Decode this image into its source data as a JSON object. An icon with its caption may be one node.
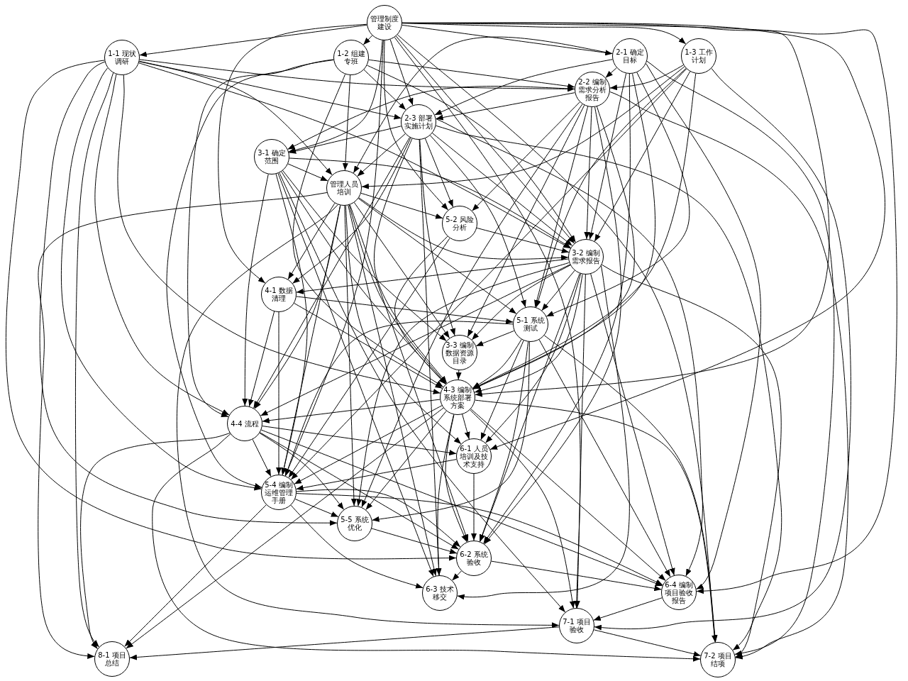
{
  "diagram": {
    "nodes": [
      {
        "text": [
          "管理制度建设"
        ]
      },
      {
        "text": [
          "1-1 现状调研"
        ]
      },
      {
        "text": [
          "1-2 组建专班"
        ]
      },
      {
        "text": [
          "2-1 确定目标"
        ]
      },
      {
        "text": [
          "1-3 工作计划"
        ]
      },
      {
        "text": [
          "2-2 编制需求分析报告"
        ]
      },
      {
        "text": [
          "2-3 部署实施计划"
        ]
      },
      {
        "text": [
          "3-1 确定范围"
        ]
      },
      {
        "text": [
          "管理人员培训"
        ]
      },
      {
        "text": [
          "5-2 风险分析"
        ]
      },
      {
        "text": [
          "3-2 编制需求报告"
        ]
      },
      {
        "text": [
          "4-1 数据清理"
        ]
      },
      {
        "text": [
          "5-1 系统测试"
        ]
      },
      {
        "text": [
          "3-3 编制数据资源目录"
        ]
      },
      {
        "text": [
          "4-3 编制系统部署方案"
        ]
      },
      {
        "text": [
          "4-4 流程"
        ]
      },
      {
        "text": [
          "6-1 人员培训及技术支持"
        ]
      },
      {
        "text": [
          "5-4 编制运维管理手册"
        ]
      },
      {
        "text": [
          "5-5 系统优化"
        ]
      },
      {
        "text": [
          "6-2 系统验收"
        ]
      },
      {
        "text": [
          "6-3 技术移交"
        ]
      },
      {
        "text": [
          "6-4 编制项目验收报告"
        ]
      },
      {
        "text": [
          "7-1 项目验收"
        ]
      },
      {
        "text": [
          "8-1 项目总结"
        ]
      },
      {
        "text": [
          "7-2 项目结项"
        ]
      }
    ],
    "edges": [
      {
        "from": 0,
        "to": 1,
        "arrow": "to"
      },
      {
        "from": 0,
        "to": 2,
        "arrow": "to"
      },
      {
        "from": 0,
        "to": 3,
        "arrow": "to"
      },
      {
        "from": 0,
        "to": 4,
        "arrow": "to"
      },
      {
        "from": 0,
        "to": 6,
        "arrow": "to"
      },
      {
        "from": 0,
        "to": 7,
        "arrow": "to"
      },
      {
        "from": 0,
        "to": 9,
        "arrow": "to"
      },
      {
        "from": 0,
        "to": 10,
        "arrow": "to"
      },
      {
        "from": 0,
        "to": 11,
        "arrow": "to"
      },
      {
        "from": 0,
        "to": 14,
        "arrow": "to"
      },
      {
        "from": 0,
        "to": 16,
        "arrow": "to"
      },
      {
        "from": 0,
        "to": 17,
        "arrow": "to"
      },
      {
        "from": 0,
        "to": 21,
        "arrow": "to"
      },
      {
        "from": 0,
        "to": 22,
        "arrow": "to"
      },
      {
        "from": 0,
        "to": 24,
        "arrow": "to"
      },
      {
        "from": 1,
        "to": 5,
        "arrow": "to"
      },
      {
        "from": 1,
        "to": 6,
        "arrow": "to"
      },
      {
        "from": 1,
        "to": 8,
        "arrow": "to"
      },
      {
        "from": 1,
        "to": 10,
        "arrow": "to"
      },
      {
        "from": 1,
        "to": 14,
        "arrow": "to"
      },
      {
        "from": 1,
        "to": 15,
        "arrow": "to"
      },
      {
        "from": 1,
        "to": 17,
        "arrow": "to"
      },
      {
        "from": 1,
        "to": 18,
        "arrow": "to"
      },
      {
        "from": 1,
        "to": 19,
        "arrow": "to"
      },
      {
        "from": 1,
        "to": 23,
        "arrow": "to"
      },
      {
        "from": 2,
        "to": 5,
        "arrow": "to"
      },
      {
        "from": 2,
        "to": 6,
        "arrow": "to"
      },
      {
        "from": 2,
        "to": 8,
        "arrow": "to"
      },
      {
        "from": 2,
        "to": 10,
        "arrow": "to"
      },
      {
        "from": 2,
        "to": 14,
        "arrow": "to"
      },
      {
        "from": 2,
        "to": 15,
        "arrow": "to"
      },
      {
        "from": 2,
        "to": 17,
        "arrow": "to"
      },
      {
        "from": 3,
        "to": 5,
        "arrow": "to"
      },
      {
        "from": 3,
        "to": 6,
        "arrow": "to"
      },
      {
        "from": 3,
        "to": 8,
        "arrow": "to"
      },
      {
        "from": 3,
        "to": 10,
        "arrow": "to"
      },
      {
        "from": 3,
        "to": 12,
        "arrow": "to"
      },
      {
        "from": 3,
        "to": 14,
        "arrow": "to"
      },
      {
        "from": 3,
        "to": 19,
        "arrow": "to"
      },
      {
        "from": 3,
        "to": 21,
        "arrow": "to"
      },
      {
        "from": 3,
        "to": 24,
        "arrow": "to"
      },
      {
        "from": 4,
        "to": 5,
        "arrow": "to"
      },
      {
        "from": 4,
        "to": 8,
        "arrow": "to"
      },
      {
        "from": 4,
        "to": 10,
        "arrow": "to"
      },
      {
        "from": 4,
        "to": 12,
        "arrow": "to"
      },
      {
        "from": 4,
        "to": 14,
        "arrow": "to"
      },
      {
        "from": 4,
        "to": 17,
        "arrow": "to"
      },
      {
        "from": 4,
        "to": 22,
        "arrow": "to"
      },
      {
        "from": 5,
        "to": 6,
        "arrow": "to"
      },
      {
        "from": 5,
        "to": 7,
        "arrow": "to"
      },
      {
        "from": 5,
        "to": 9,
        "arrow": "to"
      },
      {
        "from": 5,
        "to": 10,
        "arrow": "to"
      },
      {
        "from": 5,
        "to": 12,
        "arrow": "to"
      },
      {
        "from": 5,
        "to": 13,
        "arrow": "to"
      },
      {
        "from": 5,
        "to": 14,
        "arrow": "to"
      },
      {
        "from": 5,
        "to": 18,
        "arrow": "to"
      },
      {
        "from": 5,
        "to": 19,
        "arrow": "to"
      },
      {
        "from": 5,
        "to": 24,
        "arrow": "to"
      },
      {
        "from": 6,
        "to": 7,
        "arrow": "to"
      },
      {
        "from": 6,
        "to": 8,
        "arrow": "to"
      },
      {
        "from": 6,
        "to": 9,
        "arrow": "to"
      },
      {
        "from": 6,
        "to": 10,
        "arrow": "to"
      },
      {
        "from": 6,
        "to": 11,
        "arrow": "to"
      },
      {
        "from": 6,
        "to": 12,
        "arrow": "to"
      },
      {
        "from": 6,
        "to": 13,
        "arrow": "to"
      },
      {
        "from": 6,
        "to": 14,
        "arrow": "to"
      },
      {
        "from": 6,
        "to": 15,
        "arrow": "to"
      },
      {
        "from": 6,
        "to": 20,
        "arrow": "to"
      },
      {
        "from": 6,
        "to": 21,
        "arrow": "to"
      },
      {
        "from": 6,
        "to": 24,
        "arrow": "to"
      },
      {
        "from": 7,
        "to": 8,
        "arrow": "to"
      },
      {
        "from": 7,
        "to": 10,
        "arrow": "to"
      },
      {
        "from": 7,
        "to": 13,
        "arrow": "to"
      },
      {
        "from": 7,
        "to": 14,
        "arrow": "to"
      },
      {
        "from": 7,
        "to": 15,
        "arrow": "to"
      },
      {
        "from": 7,
        "to": 17,
        "arrow": "to"
      },
      {
        "from": 7,
        "to": 20,
        "arrow": "to"
      },
      {
        "from": 7,
        "to": 22,
        "arrow": "to"
      },
      {
        "from": 8,
        "to": 9,
        "arrow": "to"
      },
      {
        "from": 8,
        "to": 10,
        "arrow": "to"
      },
      {
        "from": 8,
        "to": 11,
        "arrow": "to"
      },
      {
        "from": 8,
        "to": 12,
        "arrow": "to"
      },
      {
        "from": 8,
        "to": 13,
        "arrow": "to"
      },
      {
        "from": 8,
        "to": 14,
        "arrow": "to"
      },
      {
        "from": 8,
        "to": 15,
        "arrow": "to"
      },
      {
        "from": 8,
        "to": 16,
        "arrow": "to"
      },
      {
        "from": 8,
        "to": 17,
        "arrow": "to"
      },
      {
        "from": 8,
        "to": 18,
        "arrow": "to"
      },
      {
        "from": 8,
        "to": 19,
        "arrow": "to"
      },
      {
        "from": 8,
        "to": 20,
        "arrow": "to"
      },
      {
        "from": 8,
        "to": 22,
        "arrow": "to"
      },
      {
        "from": 8,
        "to": 23,
        "arrow": "to"
      },
      {
        "from": 9,
        "to": 10,
        "arrow": "to"
      },
      {
        "from": 9,
        "to": 14,
        "arrow": "to"
      },
      {
        "from": 9,
        "to": 17,
        "arrow": "to"
      },
      {
        "from": 10,
        "to": 11,
        "arrow": "to"
      },
      {
        "from": 10,
        "to": 12,
        "arrow": "to"
      },
      {
        "from": 10,
        "to": 13,
        "arrow": "to"
      },
      {
        "from": 10,
        "to": 14,
        "arrow": "to"
      },
      {
        "from": 10,
        "to": 15,
        "arrow": "to"
      },
      {
        "from": 10,
        "to": 16,
        "arrow": "to"
      },
      {
        "from": 10,
        "to": 18,
        "arrow": "to"
      },
      {
        "from": 10,
        "to": 19,
        "arrow": "to"
      },
      {
        "from": 10,
        "to": 20,
        "arrow": "to"
      },
      {
        "from": 10,
        "to": 21,
        "arrow": "to"
      },
      {
        "from": 10,
        "to": 22,
        "arrow": "to"
      },
      {
        "from": 10,
        "to": 24,
        "arrow": "to"
      },
      {
        "from": 11,
        "to": 12,
        "arrow": "to"
      },
      {
        "from": 11,
        "to": 14,
        "arrow": "to"
      },
      {
        "from": 11,
        "to": 15,
        "arrow": "to"
      },
      {
        "from": 11,
        "to": 17,
        "arrow": "to"
      },
      {
        "from": 12,
        "to": 13,
        "arrow": "to"
      },
      {
        "from": 12,
        "to": 14,
        "arrow": "to"
      },
      {
        "from": 12,
        "to": 16,
        "arrow": "to"
      },
      {
        "from": 12,
        "to": 17,
        "arrow": "to"
      },
      {
        "from": 12,
        "to": 18,
        "arrow": "to"
      },
      {
        "from": 12,
        "to": 19,
        "arrow": "to"
      },
      {
        "from": 12,
        "to": 21,
        "arrow": "to"
      },
      {
        "from": 12,
        "to": 24,
        "arrow": "to"
      },
      {
        "from": 13,
        "to": 14,
        "arrow": "to"
      },
      {
        "from": 14,
        "to": 15,
        "arrow": "to"
      },
      {
        "from": 14,
        "to": 16,
        "arrow": "to"
      },
      {
        "from": 14,
        "to": 17,
        "arrow": "to"
      },
      {
        "from": 14,
        "to": 18,
        "arrow": "to"
      },
      {
        "from": 14,
        "to": 19,
        "arrow": "to"
      },
      {
        "from": 14,
        "to": 20,
        "arrow": "to"
      },
      {
        "from": 14,
        "to": 21,
        "arrow": "to"
      },
      {
        "from": 14,
        "to": 22,
        "arrow": "to"
      },
      {
        "from": 14,
        "to": 23,
        "arrow": "to"
      },
      {
        "from": 14,
        "to": 24,
        "arrow": "to"
      },
      {
        "from": 15,
        "to": 16,
        "arrow": "to"
      },
      {
        "from": 15,
        "to": 17,
        "arrow": "to"
      },
      {
        "from": 15,
        "to": 18,
        "arrow": "to"
      },
      {
        "from": 15,
        "to": 19,
        "arrow": "to"
      },
      {
        "from": 15,
        "to": 21,
        "arrow": "to"
      },
      {
        "from": 15,
        "to": 23,
        "arrow": "to"
      },
      {
        "from": 15,
        "to": 24,
        "arrow": "to"
      },
      {
        "from": 16,
        "to": 17,
        "arrow": "to"
      },
      {
        "from": 16,
        "to": 19,
        "arrow": "to"
      },
      {
        "from": 17,
        "to": 18,
        "arrow": "to"
      },
      {
        "from": 17,
        "to": 19,
        "arrow": "to"
      },
      {
        "from": 17,
        "to": 20,
        "arrow": "to"
      },
      {
        "from": 17,
        "to": 21,
        "arrow": "to"
      },
      {
        "from": 17,
        "to": 23,
        "arrow": "to"
      },
      {
        "from": 18,
        "to": 19,
        "arrow": "to"
      },
      {
        "from": 19,
        "to": 20,
        "arrow": "to"
      },
      {
        "from": 19,
        "to": 21,
        "arrow": "to"
      },
      {
        "from": 21,
        "to": 22,
        "arrow": "to"
      },
      {
        "from": 22,
        "to": 23,
        "arrow": "to"
      },
      {
        "from": 22,
        "to": 24,
        "arrow": "to"
      }
    ]
  }
}
